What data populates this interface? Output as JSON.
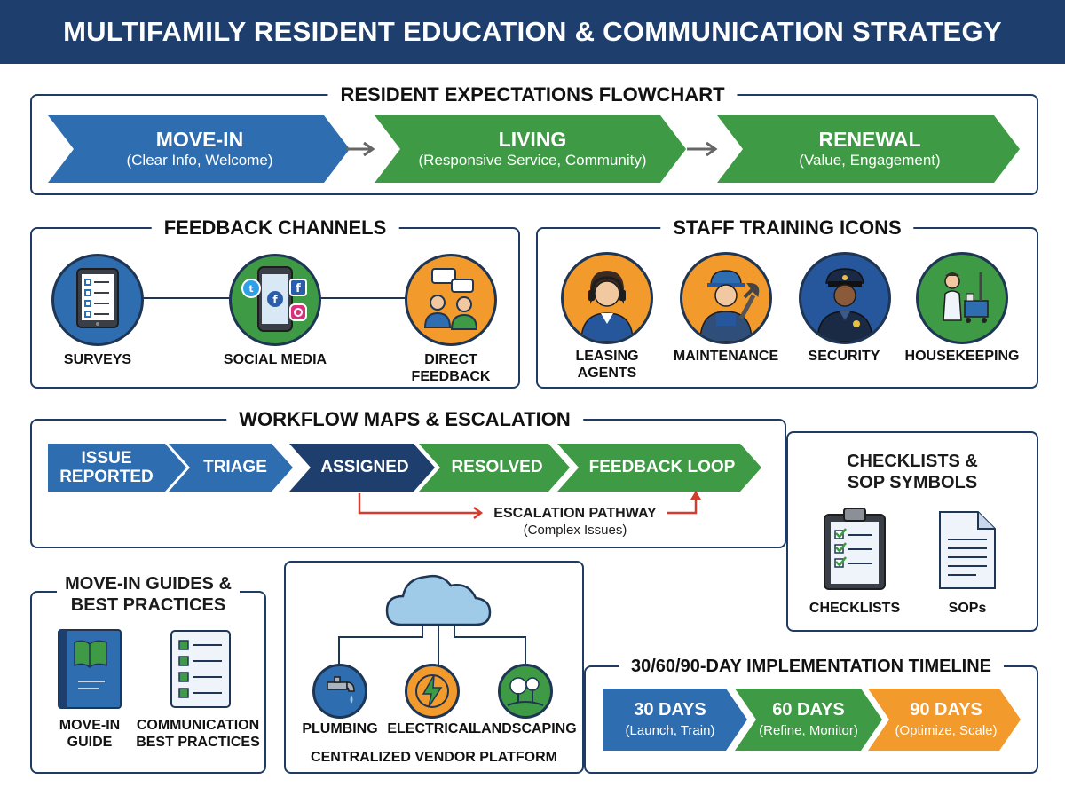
{
  "header": {
    "title": "MULTIFAMILY RESIDENT EDUCATION & COMMUNICATION STRATEGY"
  },
  "flowchart": {
    "title": "RESIDENT EXPECTATIONS FLOWCHART",
    "stages": [
      {
        "label": "MOVE-IN",
        "sub": "(Clear Info, Welcome)",
        "color": "#2f6db1"
      },
      {
        "label": "LIVING",
        "sub": "(Responsive Service, Community)",
        "color": "#3e9a44"
      },
      {
        "label": "RENEWAL",
        "sub": "(Value, Engagement)",
        "color": "#3e9a44"
      }
    ]
  },
  "feedback": {
    "title": "FEEDBACK CHANNELS",
    "items": [
      {
        "label": "SURVEYS",
        "icon": "tablet-survey-icon"
      },
      {
        "label": "SOCIAL MEDIA",
        "icon": "smartphone-social-icon"
      },
      {
        "label": "DIRECT FEEDBACK",
        "icon": "people-chat-icon"
      }
    ]
  },
  "staff": {
    "title": "STAFF TRAINING ICONS",
    "items": [
      {
        "label": "LEASING AGENTS",
        "icon": "headset-agent-icon"
      },
      {
        "label": "MAINTENANCE",
        "icon": "maintenance-worker-icon"
      },
      {
        "label": "SECURITY",
        "icon": "security-officer-icon"
      },
      {
        "label": "HOUSEKEEPING",
        "icon": "housekeeper-cart-icon"
      }
    ]
  },
  "workflow": {
    "title": "WORKFLOW MAPS & ESCALATION",
    "steps": [
      {
        "label": "ISSUE REPORTED",
        "color": "#2f6db1"
      },
      {
        "label": "TRIAGE",
        "color": "#2f6db1"
      },
      {
        "label": "ASSIGNED",
        "color": "#1e3f6e"
      },
      {
        "label": "RESOLVED",
        "color": "#3e9a44"
      },
      {
        "label": "FEEDBACK LOOP",
        "color": "#3e9a44"
      }
    ],
    "escalation": {
      "label": "ESCALATION PATHWAY",
      "sub": "(Complex Issues)",
      "color": "#d63b2f"
    }
  },
  "checklists": {
    "title": "CHECKLISTS & SOP SYMBOLS",
    "items": [
      {
        "label": "CHECKLISTS",
        "icon": "clipboard-checklist-icon"
      },
      {
        "label": "SOPs",
        "icon": "document-icon"
      }
    ]
  },
  "guides": {
    "title": "MOVE-IN GUIDES & BEST PRACTICES",
    "items": [
      {
        "label": "MOVE-IN GUIDE",
        "icon": "book-icon"
      },
      {
        "label": "COMMUNICATION BEST PRACTICES",
        "icon": "list-icon"
      }
    ]
  },
  "vendor": {
    "title": "CENTRALIZED VENDOR PLATFORM",
    "hub_icon": "cloud-icon",
    "items": [
      {
        "label": "PLUMBING",
        "icon": "faucet-icon"
      },
      {
        "label": "ELECTRICAL",
        "icon": "lightning-icon"
      },
      {
        "label": "LANDSCAPING",
        "icon": "trees-icon"
      }
    ]
  },
  "timeline": {
    "title": "30/60/90-DAY IMPLEMENTATION TIMELINE",
    "phases": [
      {
        "label": "30 DAYS",
        "sub": "(Launch, Train)",
        "color": "#2f6db1"
      },
      {
        "label": "60 DAYS",
        "sub": "(Refine, Monitor)",
        "color": "#3e9a44"
      },
      {
        "label": "90 DAYS",
        "sub": "(Optimize, Scale)",
        "color": "#f29a2c"
      }
    ]
  }
}
